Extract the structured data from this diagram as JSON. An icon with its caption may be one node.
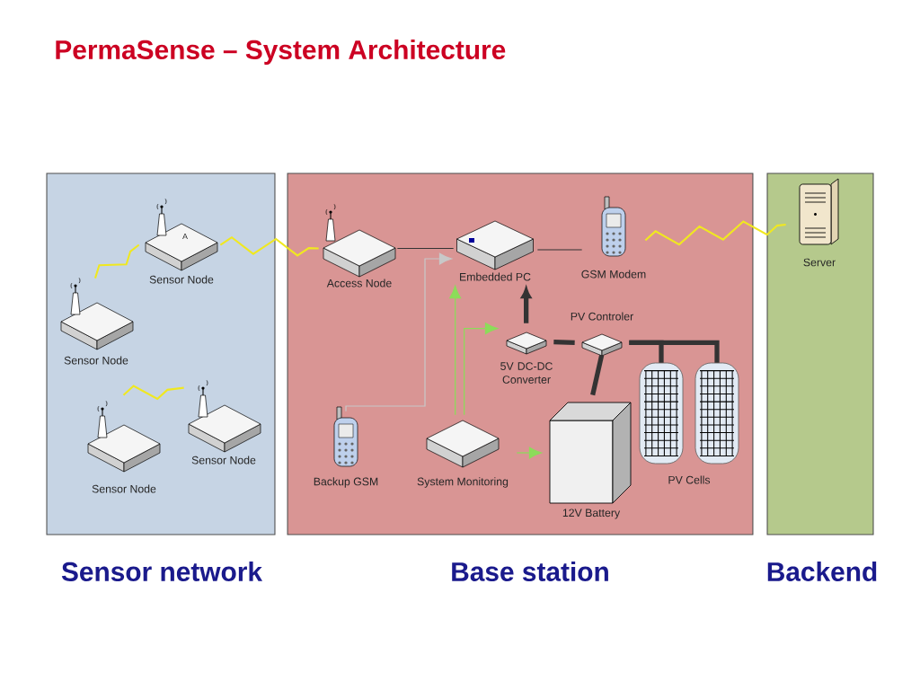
{
  "diagram": {
    "title": "PermaSense – System Architecture",
    "nodes": [
      {
        "text": [
          "Sensor network"
        ]
      },
      {
        "text": [
          "Base station"
        ]
      },
      {
        "text": [
          "Backend"
        ]
      },
      {
        "text": [
          "A",
          "Sensor Node"
        ],
        "in": 0
      },
      {
        "text": [
          "Sensor Node"
        ],
        "in": 0
      },
      {
        "text": [
          "Sensor Node"
        ],
        "in": 0
      },
      {
        "text": [
          "Sensor Node"
        ],
        "in": 0
      },
      {
        "text": [
          "Access Node"
        ],
        "in": 1
      },
      {
        "text": [
          "Embedded PC"
        ],
        "in": 1
      },
      {
        "text": [
          "GSM Modem"
        ],
        "in": 1
      },
      {
        "text": [
          "PV Controler"
        ],
        "in": 1
      },
      {
        "text": [
          "5V DC-DC Converter"
        ],
        "in": 1
      },
      {
        "text": [
          "Backup GSM"
        ],
        "in": 1
      },
      {
        "text": [
          "System Monitoring"
        ],
        "in": 1
      },
      {
        "text": [
          "12V Battery"
        ],
        "in": 1
      },
      {
        "text": [],
        "shape": "box",
        "in": 1
      },
      {
        "text": [],
        "shape": "box",
        "in": 1
      },
      {
        "text": [
          "Server"
        ],
        "in": 2
      }
    ],
    "edges": [
      {
        "from": 3,
        "to": 7,
        "arrow": "none",
        "color": "#f0e820"
      },
      {
        "from": 4,
        "to": 3,
        "arrow": "none",
        "color": "#f0e820"
      },
      {
        "from": 6,
        "to": 5,
        "arrow": "none",
        "color": "#f0e820"
      },
      {
        "from": 9,
        "to": 17,
        "arrow": "none",
        "color": "#f0e820"
      },
      {
        "from": 7,
        "to": 8,
        "arrow": "none"
      },
      {
        "from": 8,
        "to": 9,
        "arrow": "none"
      },
      {
        "from": 12,
        "to": 8,
        "arrow": "to",
        "color": "#c8c8c8"
      },
      {
        "from": 13,
        "to": 8,
        "arrow": "to",
        "color": "#8cdc5a"
      },
      {
        "from": 13,
        "to": 11,
        "arrow": "to",
        "color": "#8cdc5a"
      },
      {
        "from": 13,
        "to": 14,
        "arrow": "to",
        "color": "#8cdc5a"
      },
      {
        "from": 11,
        "to": 8,
        "arrow": "to",
        "style": "thick"
      },
      {
        "from": 11,
        "to": 10,
        "arrow": "none",
        "style": "thick"
      },
      {
        "from": 10,
        "to": 14,
        "arrow": "none",
        "style": "thick"
      },
      {
        "from": 10,
        "to": 15,
        "arrow": "none",
        "style": "thick"
      },
      {
        "from": 10,
        "to": 16,
        "arrow": "none",
        "style": "thick"
      }
    ],
    "labels": [
      "PV Cells"
    ]
  }
}
